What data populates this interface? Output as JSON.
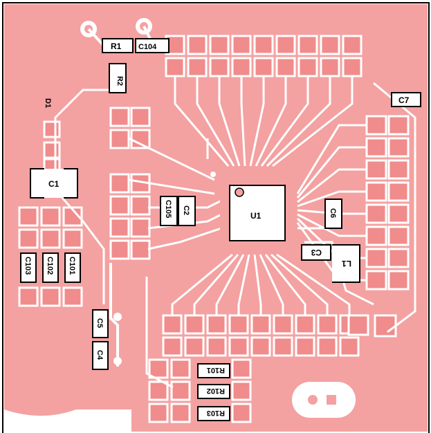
{
  "colors": {
    "copper": "#f4a1a1",
    "pad": "#f08c8c",
    "clearance": "#ffffff",
    "silkscreen": "#000000"
  },
  "labels": {
    "u1": "U1",
    "r1": "R1",
    "r2": "R2",
    "c104": "C104",
    "c7": "C7",
    "d1": "D1",
    "c1": "C1",
    "c2": "C2",
    "c105": "C105",
    "c6": "C6",
    "c3": "C3",
    "l1": "L1",
    "c103": "C103",
    "c102": "C102",
    "c101": "C101",
    "c5": "C5",
    "c4": "C4",
    "r101": "R101",
    "r102": "R102",
    "r103": "R103"
  }
}
